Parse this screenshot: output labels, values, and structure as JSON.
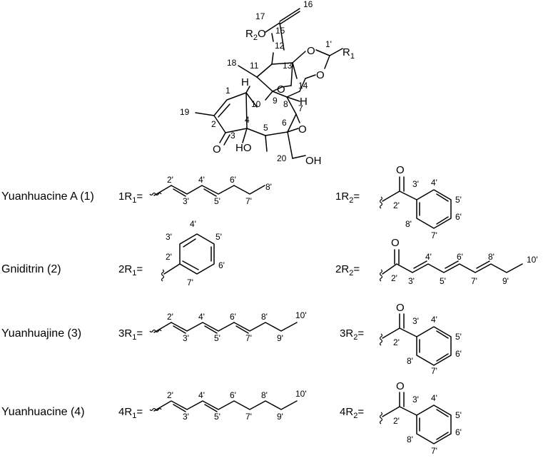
{
  "core": {
    "atoms": {
      "R1": "R",
      "R1_sub": "1",
      "R2": "R",
      "R2_sub": "2",
      "R2_o": "O",
      "O_a": "O",
      "O_b": "O",
      "O_c": "O",
      "O_epox": "O",
      "O_ketone": "O",
      "HO": "HO",
      "OH": "OH",
      "H1": "H",
      "H2": "H"
    },
    "numbers": [
      "16",
      "17",
      "15",
      "12",
      "1'",
      "18",
      "11",
      "13",
      "14",
      "9",
      "8",
      "7",
      "1",
      "10",
      "19",
      "2",
      "6",
      "5",
      "4",
      "3",
      "20"
    ]
  },
  "rows": [
    {
      "name": "Yuanhuacine A (1)",
      "r1_prefix": "1R",
      "r1_sub": "1",
      "r1_eq": "=",
      "r1_numbers": [
        "2'",
        "3'",
        "4'",
        "5'",
        "6'",
        "7'",
        "8'"
      ],
      "r2_prefix": "1R",
      "r2_sub": "2",
      "r2_eq": "=",
      "r2_o": "O",
      "r2_numbers": [
        "2'",
        "3'",
        "4'",
        "5'",
        "6'",
        "7'",
        "8'"
      ]
    },
    {
      "name": "Gniditrin (2)",
      "r1_prefix": "2R",
      "r1_sub": "1",
      "r1_eq": "=",
      "r1_numbers": [
        "2'",
        "3'",
        "4'",
        "5'",
        "6'",
        "7'"
      ],
      "r2_prefix": "2R",
      "r2_sub": "2",
      "r2_eq": "=",
      "r2_o": "O",
      "r2_numbers": [
        "2'",
        "3'",
        "4'",
        "5'",
        "6'",
        "7'",
        "8'",
        "9'",
        "10'"
      ]
    },
    {
      "name": "Yuanhuajine (3)",
      "r1_prefix": "3R",
      "r1_sub": "1",
      "r1_eq": "=",
      "r1_numbers": [
        "2'",
        "3'",
        "4'",
        "5'",
        "6'",
        "7'",
        "8'",
        "9'",
        "10'"
      ],
      "r2_prefix": "3R",
      "r2_sub": "2",
      "r2_eq": "=",
      "r2_o": "O",
      "r2_numbers": [
        "2'",
        "3'",
        "4'",
        "5'",
        "6'",
        "7'",
        "8'"
      ]
    },
    {
      "name": "Yuanhuacine (4)",
      "r1_prefix": "4R",
      "r1_sub": "1",
      "r1_eq": "=",
      "r1_numbers": [
        "2'",
        "3'",
        "4'",
        "5'",
        "6'",
        "7'",
        "8'",
        "9'",
        "10'"
      ],
      "r2_prefix": "4R",
      "r2_sub": "2",
      "r2_eq": "=",
      "r2_o": "O",
      "r2_numbers": [
        "2'",
        "3'",
        "4'",
        "5'",
        "6'",
        "7'",
        "8'"
      ]
    }
  ]
}
